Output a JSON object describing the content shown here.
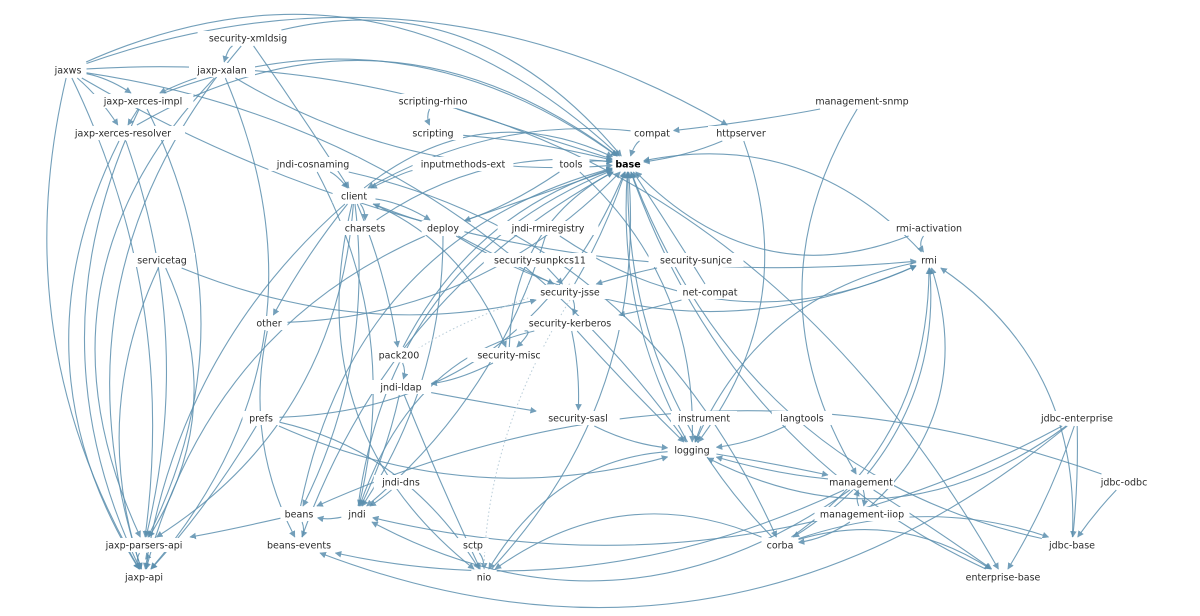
{
  "diagram": {
    "title": "",
    "edge_color": "#5b8fae",
    "text_color": "#2a2a2a",
    "nodes": [
      {
        "id": "security-xmldsig",
        "label": "security-xmldsig"
      },
      {
        "id": "jaxws",
        "label": "jaxws"
      },
      {
        "id": "jaxp-xalan",
        "label": "jaxp-xalan"
      },
      {
        "id": "jaxp-xerces-impl",
        "label": "jaxp-xerces-impl"
      },
      {
        "id": "jaxp-xerces-resolver",
        "label": "jaxp-xerces-resolver"
      },
      {
        "id": "scripting-rhino",
        "label": "scripting-rhino"
      },
      {
        "id": "scripting",
        "label": "scripting"
      },
      {
        "id": "management-snmp",
        "label": "management-snmp"
      },
      {
        "id": "compat",
        "label": "compat"
      },
      {
        "id": "httpserver",
        "label": "httpserver"
      },
      {
        "id": "jndi-cosnaming",
        "label": "jndi-cosnaming"
      },
      {
        "id": "inputmethods-ext",
        "label": "inputmethods-ext"
      },
      {
        "id": "tools",
        "label": "tools"
      },
      {
        "id": "base",
        "label": "base",
        "root": true
      },
      {
        "id": "client",
        "label": "client"
      },
      {
        "id": "charsets",
        "label": "charsets"
      },
      {
        "id": "deploy",
        "label": "deploy"
      },
      {
        "id": "jndi-rmiregistry",
        "label": "jndi-rmiregistry"
      },
      {
        "id": "rmi-activation",
        "label": "rmi-activation"
      },
      {
        "id": "servicetag",
        "label": "servicetag"
      },
      {
        "id": "security-sunpkcs11",
        "label": "security-sunpkcs11"
      },
      {
        "id": "security-sunjce",
        "label": "security-sunjce"
      },
      {
        "id": "rmi",
        "label": "rmi"
      },
      {
        "id": "security-jsse",
        "label": "security-jsse"
      },
      {
        "id": "net-compat",
        "label": "net-compat"
      },
      {
        "id": "other",
        "label": "other"
      },
      {
        "id": "security-kerberos",
        "label": "security-kerberos"
      },
      {
        "id": "pack200",
        "label": "pack200"
      },
      {
        "id": "security-misc",
        "label": "security-misc"
      },
      {
        "id": "jndi-ldap",
        "label": "jndi-ldap"
      },
      {
        "id": "prefs",
        "label": "prefs"
      },
      {
        "id": "security-sasl",
        "label": "security-sasl"
      },
      {
        "id": "instrument",
        "label": "instrument"
      },
      {
        "id": "langtools",
        "label": "langtools"
      },
      {
        "id": "jdbc-enterprise",
        "label": "jdbc-enterprise"
      },
      {
        "id": "logging",
        "label": "logging"
      },
      {
        "id": "jndi-dns",
        "label": "jndi-dns"
      },
      {
        "id": "management",
        "label": "management"
      },
      {
        "id": "jdbc-odbc",
        "label": "jdbc-odbc"
      },
      {
        "id": "beans",
        "label": "beans"
      },
      {
        "id": "jndi",
        "label": "jndi"
      },
      {
        "id": "management-iiop",
        "label": "management-iiop"
      },
      {
        "id": "jaxp-parsers-api",
        "label": "jaxp-parsers-api"
      },
      {
        "id": "beans-events",
        "label": "beans-events"
      },
      {
        "id": "sctp",
        "label": "sctp"
      },
      {
        "id": "corba",
        "label": "corba"
      },
      {
        "id": "jdbc-base",
        "label": "jdbc-base"
      },
      {
        "id": "jaxp-api",
        "label": "jaxp-api"
      },
      {
        "id": "nio",
        "label": "nio"
      },
      {
        "id": "enterprise-base",
        "label": "enterprise-base"
      }
    ],
    "edges": [
      [
        "security-xmldsig",
        "jaxp-xalan"
      ],
      [
        "security-xmldsig",
        "jaxp-api"
      ],
      [
        "security-xmldsig",
        "base"
      ],
      [
        "security-xmldsig",
        "client"
      ],
      [
        "jaxws",
        "jaxp-xerces-impl"
      ],
      [
        "jaxws",
        "jaxp-xerces-resolver"
      ],
      [
        "jaxws",
        "jaxp-api"
      ],
      [
        "jaxws",
        "jaxp-parsers-api"
      ],
      [
        "jaxws",
        "base"
      ],
      [
        "jaxws",
        "httpserver"
      ],
      [
        "jaxws",
        "logging"
      ],
      [
        "jaxws",
        "rmi"
      ],
      [
        "jaxws",
        "enterprise-base"
      ],
      [
        "jaxp-xalan",
        "jaxp-xerces-impl"
      ],
      [
        "jaxp-xalan",
        "jaxp-api"
      ],
      [
        "jaxp-xalan",
        "jaxp-parsers-api"
      ],
      [
        "jaxp-xalan",
        "base"
      ],
      [
        "jaxp-xerces-impl",
        "jaxp-xerces-resolver"
      ],
      [
        "jaxp-xerces-impl",
        "jaxp-api"
      ],
      [
        "jaxp-xerces-impl",
        "jaxp-parsers-api"
      ],
      [
        "jaxp-xerces-impl",
        "base"
      ],
      [
        "jaxp-xerces-resolver",
        "jaxp-api"
      ],
      [
        "jaxp-xerces-resolver",
        "jaxp-parsers-api"
      ],
      [
        "jaxp-xerces-resolver",
        "base"
      ],
      [
        "scripting-rhino",
        "scripting"
      ],
      [
        "scripting-rhino",
        "base"
      ],
      [
        "scripting",
        "base"
      ],
      [
        "management-snmp",
        "compat"
      ],
      [
        "management-snmp",
        "management"
      ],
      [
        "compat",
        "base"
      ],
      [
        "compat",
        "client"
      ],
      [
        "httpserver",
        "base"
      ],
      [
        "httpserver",
        "logging"
      ],
      [
        "jndi-cosnaming",
        "client"
      ],
      [
        "jndi-cosnaming",
        "jndi"
      ],
      [
        "jndi-cosnaming",
        "corba"
      ],
      [
        "inputmethods-ext",
        "client"
      ],
      [
        "tools",
        "base"
      ],
      [
        "tools",
        "deploy"
      ],
      [
        "tools",
        "logging"
      ],
      [
        "client",
        "charsets"
      ],
      [
        "client",
        "deploy"
      ],
      [
        "client",
        "base"
      ],
      [
        "client",
        "other"
      ],
      [
        "client",
        "pack200"
      ],
      [
        "client",
        "security-misc"
      ],
      [
        "client",
        "jaxp-parsers-api"
      ],
      [
        "client",
        "jaxp-api"
      ],
      [
        "client",
        "beans"
      ],
      [
        "client",
        "nio"
      ],
      [
        "charsets",
        "base"
      ],
      [
        "deploy",
        "base"
      ],
      [
        "deploy",
        "client"
      ],
      [
        "deploy",
        "security-jsse"
      ],
      [
        "deploy",
        "jaxp-api"
      ],
      [
        "deploy",
        "jndi"
      ],
      [
        "deploy",
        "rmi"
      ],
      [
        "jndi-rmiregistry",
        "rmi"
      ],
      [
        "jndi-rmiregistry",
        "jndi"
      ],
      [
        "rmi-activation",
        "rmi"
      ],
      [
        "rmi-activation",
        "base"
      ],
      [
        "servicetag",
        "security-jsse"
      ],
      [
        "servicetag",
        "jaxp-api"
      ],
      [
        "servicetag",
        "jaxp-parsers-api"
      ],
      [
        "security-sunpkcs11",
        "security-jsse"
      ],
      [
        "security-sunjce",
        "security-jsse"
      ],
      [
        "rmi",
        "base"
      ],
      [
        "rmi",
        "logging"
      ],
      [
        "security-jsse",
        "security-kerberos"
      ],
      [
        "security-jsse",
        "base"
      ],
      [
        "net-compat",
        "security-kerberos"
      ],
      [
        "net-compat",
        "base"
      ],
      [
        "security-kerberos",
        "security-misc"
      ],
      [
        "security-kerberos",
        "security-sasl"
      ],
      [
        "security-kerberos",
        "logging"
      ],
      [
        "security-kerberos",
        "jndi"
      ],
      [
        "other",
        "base"
      ],
      [
        "other",
        "beans-events"
      ],
      [
        "pack200",
        "base"
      ],
      [
        "pack200",
        "jndi-ldap"
      ],
      [
        "security-misc",
        "base"
      ],
      [
        "security-misc",
        "jndi-ldap"
      ],
      [
        "jndi-ldap",
        "jndi"
      ],
      [
        "jndi-ldap",
        "security-sasl"
      ],
      [
        "jndi-ldap",
        "nio"
      ],
      [
        "prefs",
        "base"
      ],
      [
        "prefs",
        "logging"
      ],
      [
        "prefs",
        "jaxp-api"
      ],
      [
        "prefs",
        "nio"
      ],
      [
        "security-sasl",
        "logging"
      ],
      [
        "instrument",
        "logging"
      ],
      [
        "langtools",
        "logging"
      ],
      [
        "jdbc-enterprise",
        "jdbc-base"
      ],
      [
        "jdbc-enterprise",
        "enterprise-base"
      ],
      [
        "jdbc-enterprise",
        "logging"
      ],
      [
        "jdbc-enterprise",
        "jndi"
      ],
      [
        "jdbc-enterprise",
        "beans-events"
      ],
      [
        "logging",
        "base"
      ],
      [
        "logging",
        "management"
      ],
      [
        "logging",
        "nio"
      ],
      [
        "jndi-dns",
        "jndi"
      ],
      [
        "management",
        "management-iiop"
      ],
      [
        "management",
        "logging"
      ],
      [
        "management",
        "rmi"
      ],
      [
        "management",
        "corba"
      ],
      [
        "management",
        "jndi"
      ],
      [
        "management",
        "beans-events"
      ],
      [
        "management",
        "enterprise-base"
      ],
      [
        "jdbc-odbc",
        "jdbc-base"
      ],
      [
        "jdbc-odbc",
        "beans"
      ],
      [
        "beans",
        "beans-events"
      ],
      [
        "beans",
        "jaxp-parsers-api"
      ],
      [
        "beans",
        "base"
      ],
      [
        "jndi",
        "beans"
      ],
      [
        "jndi",
        "base"
      ],
      [
        "management-iiop",
        "management"
      ],
      [
        "management-iiop",
        "corba"
      ],
      [
        "management-iiop",
        "rmi"
      ],
      [
        "jaxp-parsers-api",
        "jaxp-api"
      ],
      [
        "jaxp-api",
        "jaxp-parsers-api"
      ],
      [
        "beans-events",
        "base"
      ],
      [
        "sctp",
        "nio"
      ],
      [
        "corba",
        "rmi"
      ],
      [
        "corba",
        "jdbc-base"
      ],
      [
        "corba",
        "enterprise-base"
      ],
      [
        "corba",
        "nio"
      ],
      [
        "corba",
        "base"
      ],
      [
        "jdbc-base",
        "rmi"
      ],
      [
        "jdbc-base",
        "base"
      ],
      [
        "enterprise-base",
        "base"
      ],
      [
        "nio",
        "base"
      ]
    ]
  }
}
